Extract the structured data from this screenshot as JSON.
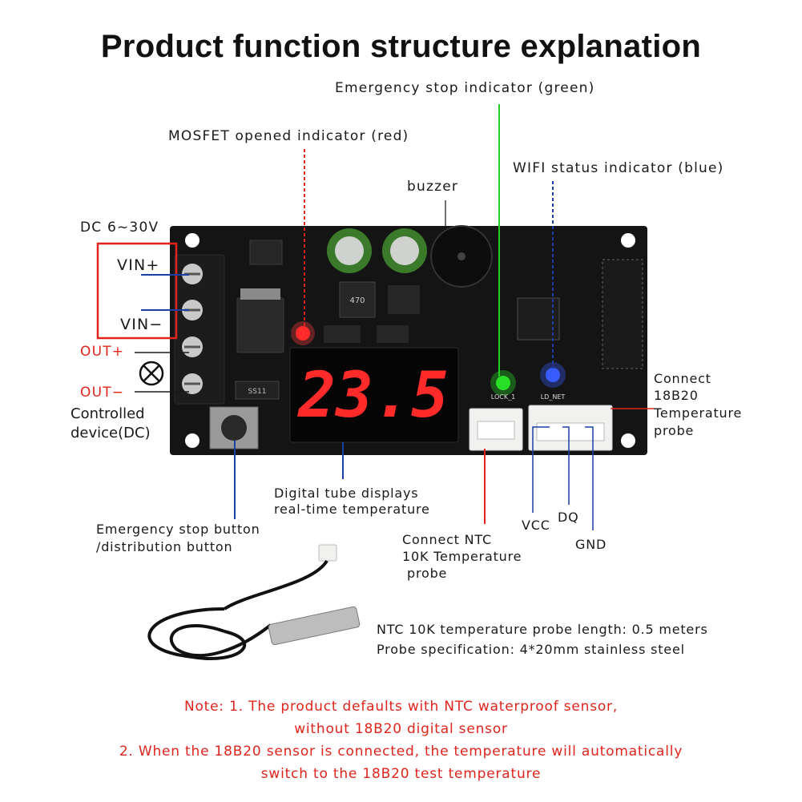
{
  "title": "Product function structure explanation",
  "labels": {
    "emergency_indicator": "Emergency stop indicator (green)",
    "mosfet_indicator": "MOSFET opened indicator (red)",
    "wifi_indicator": "WIFI status indicator (blue)",
    "buzzer": "buzzer",
    "dc_range": "DC 6~30V",
    "vin_plus": "VIN+",
    "vin_minus": "VIN−",
    "out_plus": "OUT+",
    "out_minus": "OUT−",
    "controlled_device_1": "Controlled",
    "controlled_device_2": "device(DC)",
    "connect_18b20_1": "Connect",
    "connect_18b20_2": "18B20",
    "connect_18b20_3": "Temperature",
    "connect_18b20_4": "probe",
    "digital_tube_1": "Digital tube displays",
    "digital_tube_2": "real-time temperature",
    "emergency_button_1": "Emergency stop button",
    "emergency_button_2": "/distribution button",
    "connect_ntc_1": "Connect NTC",
    "connect_ntc_2": "10K Temperature",
    "connect_ntc_3": "probe",
    "vcc": "VCC",
    "dq": "DQ",
    "gnd": "GND",
    "probe_length": "NTC 10K temperature probe length: 0.5 meters",
    "probe_spec": "Probe specification: 4*20mm stainless steel"
  },
  "board": {
    "display_value": "23.5",
    "silk_lock": "LOCK_1",
    "silk_net": "LD_NET",
    "silk_ss": "SS11",
    "silk_cap": "470"
  },
  "notes": {
    "line1": "Note: 1. The product defaults with NTC waterproof sensor,",
    "line2": "without 18B20 digital sensor",
    "line3": "2. When the 18B20 sensor is connected, the temperature will automatically",
    "line4": "switch to the 18B20 test temperature"
  },
  "colors": {
    "pcb": "#141414",
    "green_line": "#22d022",
    "red_line": "#e0241c",
    "blue_line": "#1a3fa8",
    "segment_red": "#ff2a2a",
    "note_red": "#e0241c"
  }
}
